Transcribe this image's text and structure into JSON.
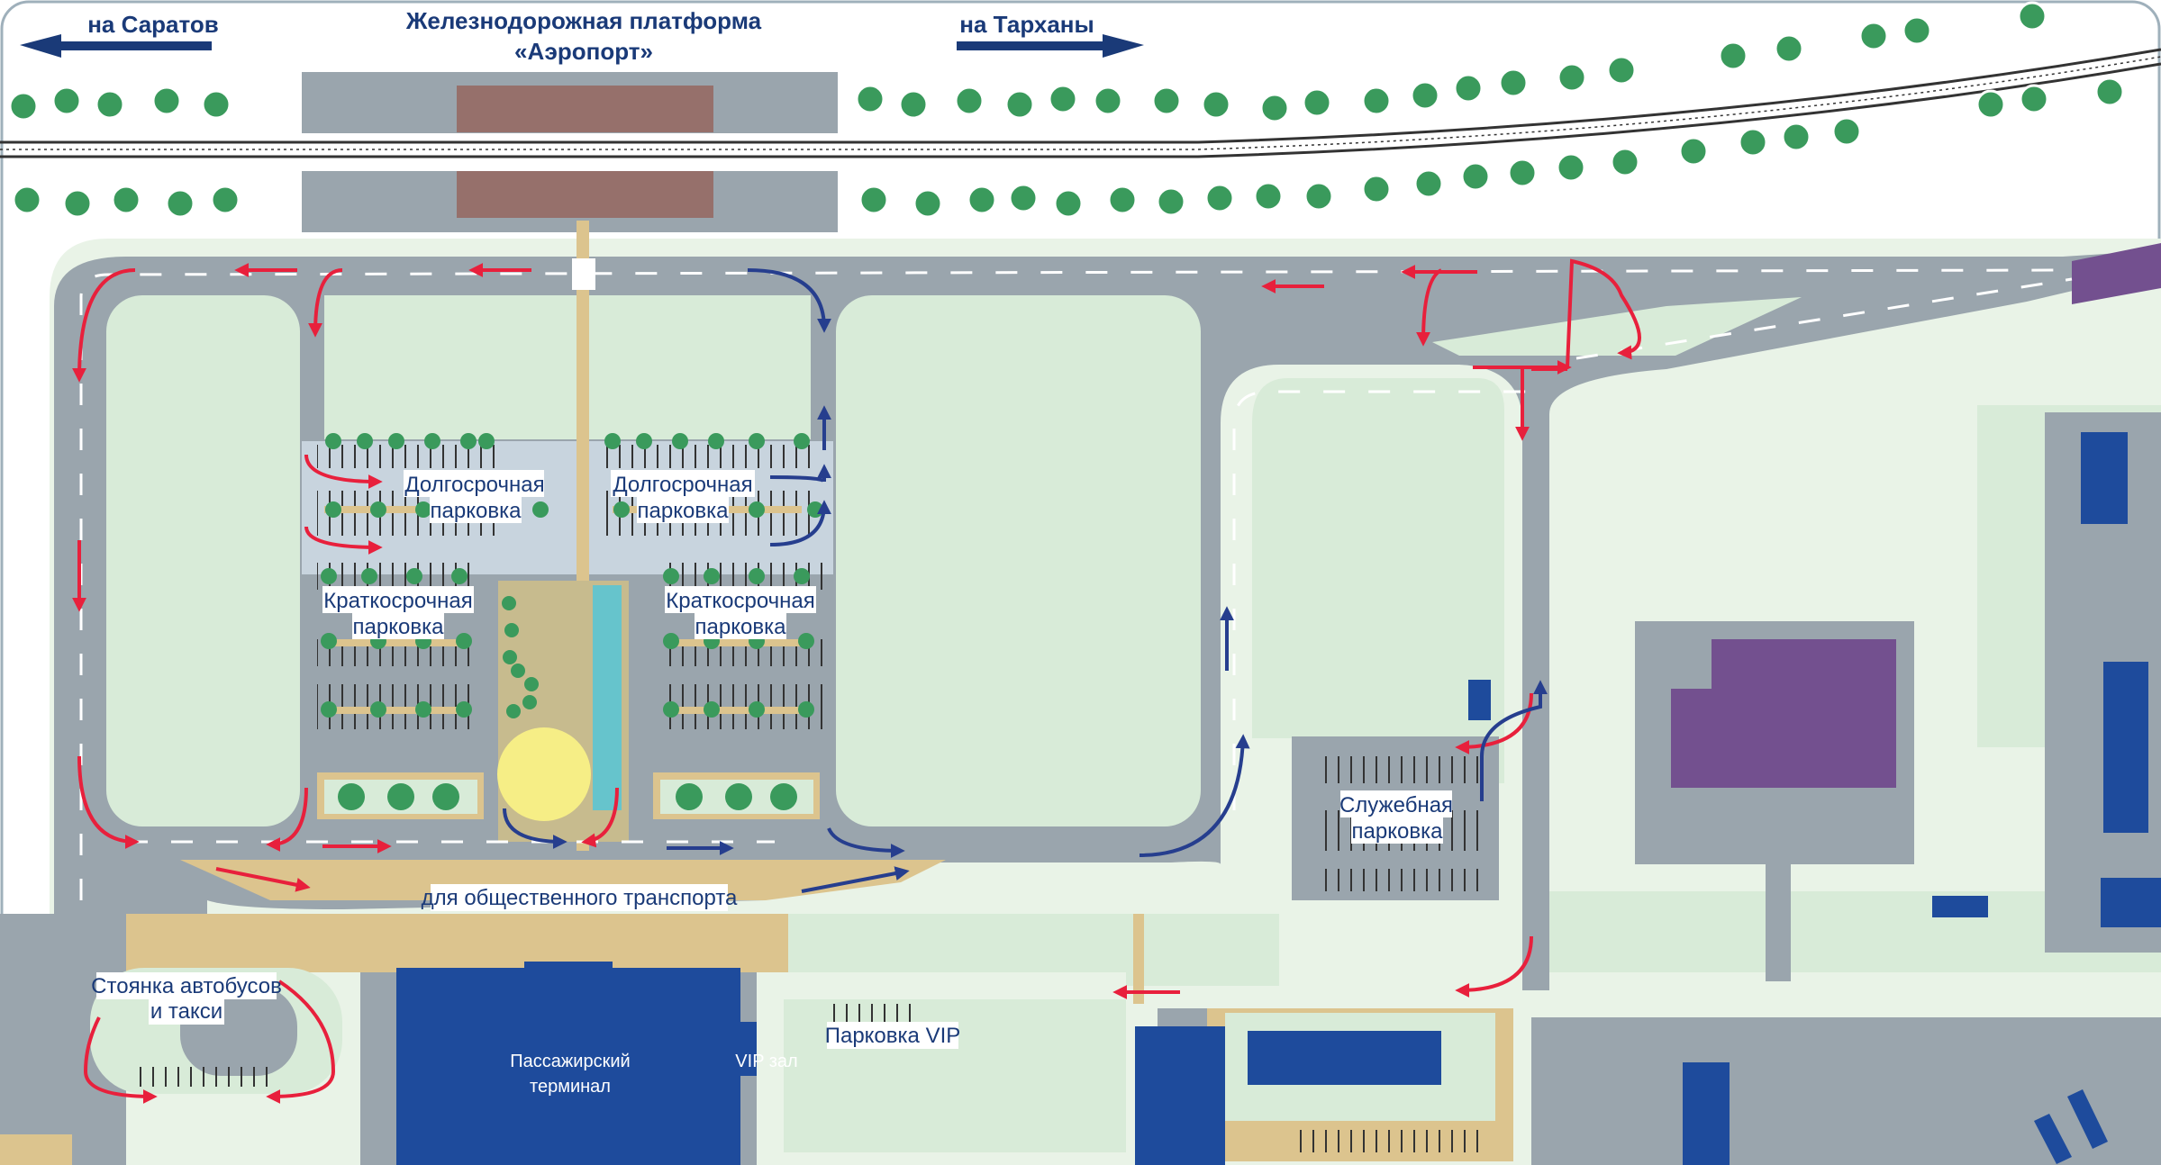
{
  "header": {
    "platform_line1": "Железнодорожная платформа",
    "platform_line2": "«Аэропорт»",
    "to_saratov": "на Саратов",
    "to_tarkhany": "на Тарханы"
  },
  "labels": {
    "long_term_parking_left_1": "Долгосрочная",
    "long_term_parking_left_2": "парковка",
    "long_term_parking_right_1": "Долгосрочная",
    "long_term_parking_right_2": "парковка",
    "short_term_parking_left_1": "Краткосрочная",
    "short_term_parking_left_2": "парковка",
    "short_term_parking_right_1": "Краткосрочная",
    "short_term_parking_right_2": "парковка",
    "public_transport": "для общественного транспорта",
    "bus_taxi_1": "Стоянка автобусов",
    "bus_taxi_2": "и такси",
    "terminal_1": "Пассажирский",
    "terminal_2": "терминал",
    "vip_hall": "VIP зал",
    "vip_parking": "Парковка VIP",
    "service_parking_1": "Служебная",
    "service_parking_2": "парковка"
  },
  "colors": {
    "road": "#9aa5ad",
    "green_area": "#d8ebd8",
    "parking": "#c8d4de",
    "sand": "#dcc48e",
    "building": "#1e4b9c",
    "purple": "#73508f",
    "brown_roof": "#96706b",
    "arrow_red": "#e8203c",
    "arrow_blue": "#263e8e",
    "tree": "#3a9a5c",
    "water": "#66c4cc",
    "fountain": "#f6ee86",
    "text": "#1a3a78"
  },
  "icons": [
    "arrow-left-icon",
    "arrow-right-icon",
    "tree-icon",
    "railway-icon",
    "pedestrian-crossing-icon"
  ]
}
